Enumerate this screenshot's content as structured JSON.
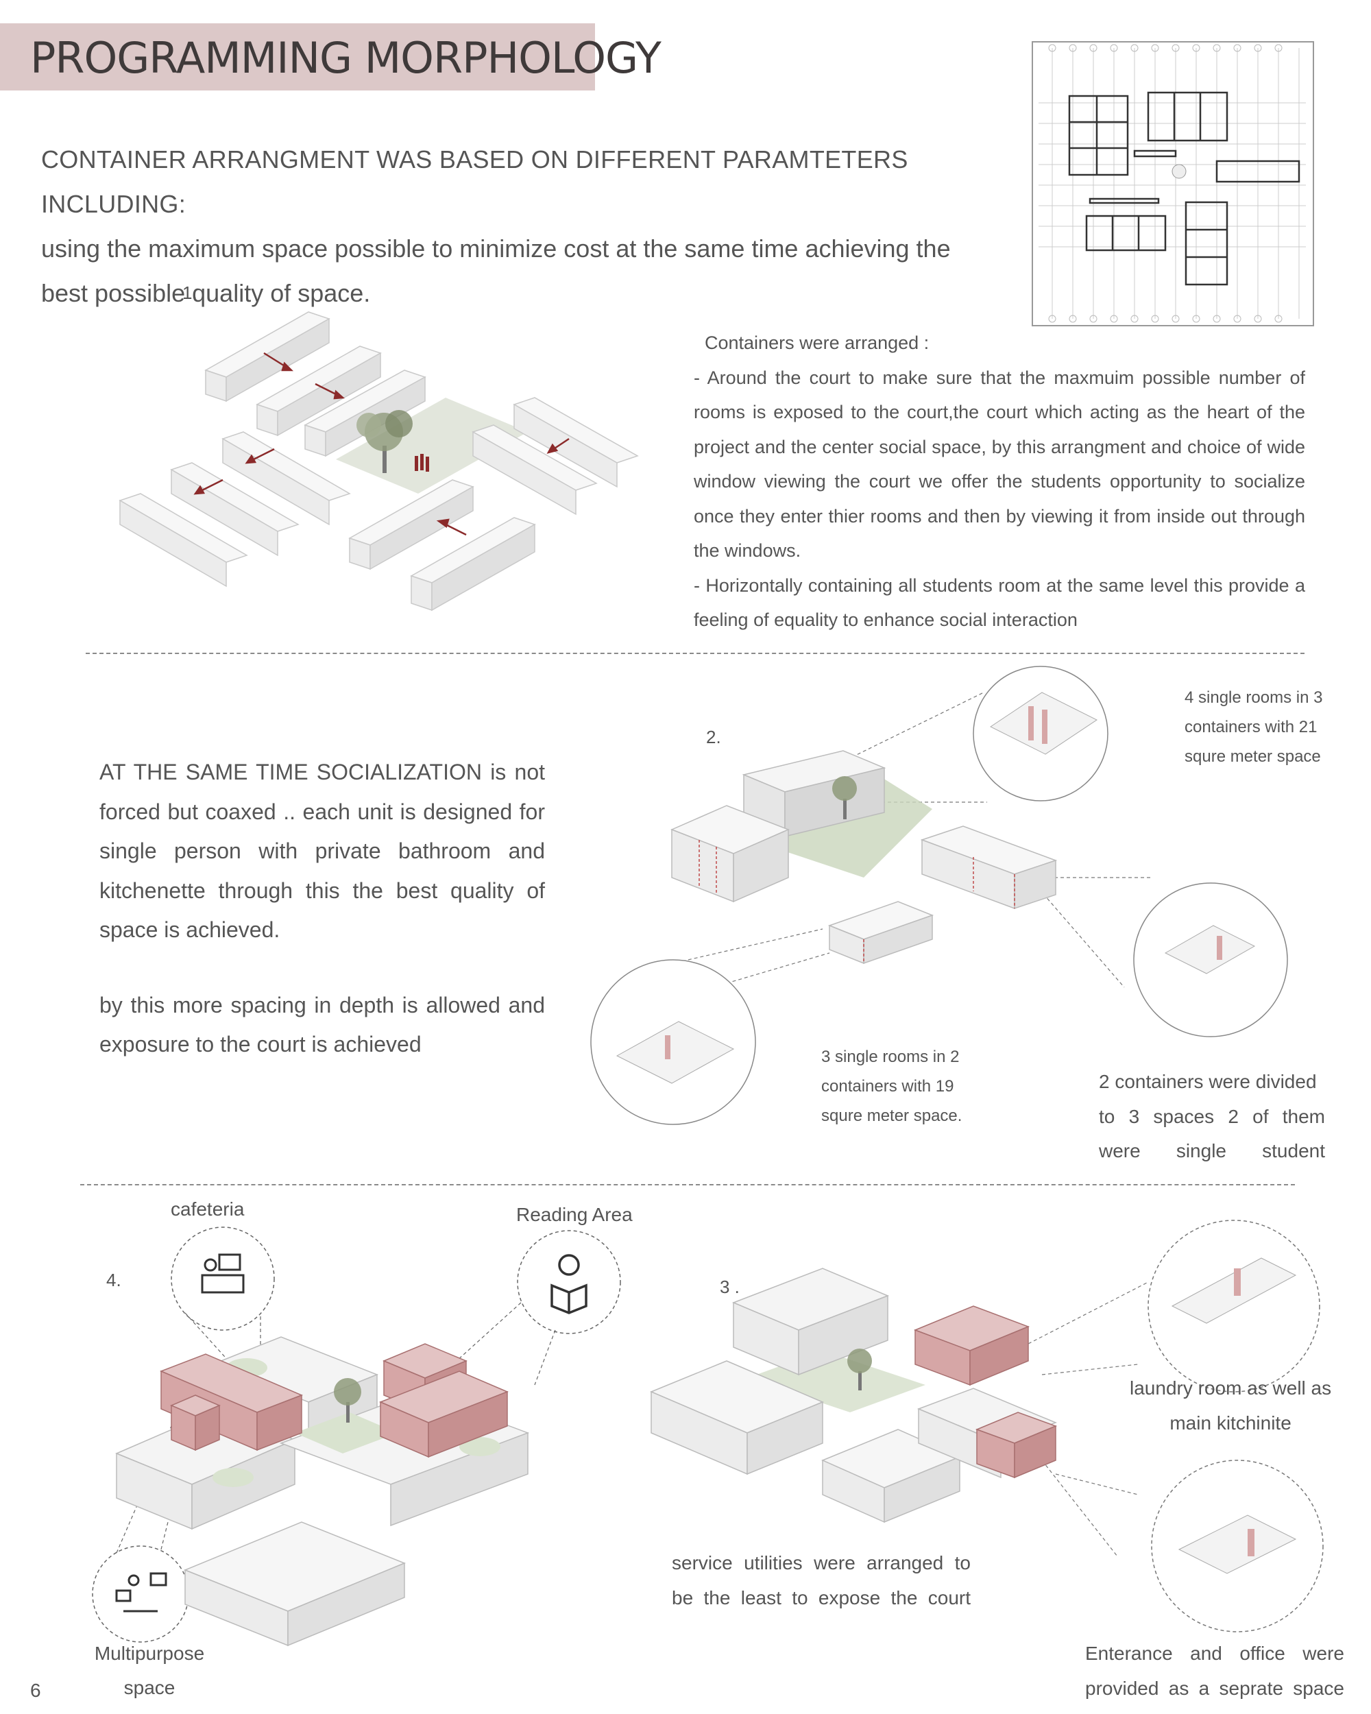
{
  "header": {
    "title": "PROGRAMMING MORPHOLOGY"
  },
  "intro": {
    "line1": "CONTAINER ARRANGMENT WAS BASED ON DIFFERENT PARAMTETERS INCLUDING:",
    "line2": "using the maximum space possible to minimize cost at the same time achieving the",
    "line3": "best possible quality of space."
  },
  "section1": {
    "number": "1.",
    "heading": "Containers were arranged :",
    "para1": "- Around the court to make sure that the  maxmuim possible number of rooms is exposed to the court,the court which acting as the heart of the project and the center social space, by this arrangment and choice of wide window viewing the court we offer the students opportunity to socialize once they enter thier rooms and then by viewing it from inside out through the windows.",
    "para2": "- Horizontally containing all students room at the same level this provide a feeling of equality to enhance social interaction"
  },
  "section2": {
    "number": "2.",
    "text1": "AT THE SAME TIME SOCIALIZATION is not forced but coaxed .. each unit is designed for single person with private bathroom and kitchenette through this the best quality of space is achieved.",
    "text2": "by this more spacing in depth is allowed and exposure to the court is achieved",
    "callout_top": [
      "4 single rooms in 3",
      "containers with 21",
      "squre meter space"
    ],
    "callout_left": [
      "3 single rooms in 2",
      "containers with 19",
      "squre meter space."
    ],
    "callout_right": [
      "2 containers were divided",
      "to  3  spaces  2  of  them",
      "were      single      student"
    ]
  },
  "section3": {
    "number": "3 .",
    "laundry": [
      "laundry room as well as",
      "main kitchinite"
    ],
    "service": [
      "service utilities were arranged to",
      "be  the  least  to  expose  the  court"
    ],
    "entrance": [
      "Enterance   and   office   were",
      "provided  as  a  seprate  space"
    ]
  },
  "section4": {
    "number": "4.",
    "cafeteria": "cafeteria",
    "reading": "Reading Area",
    "multipurpose": [
      "Multipurpose",
      "space"
    ]
  },
  "page_number": "6",
  "colors": {
    "accent_band": "#dcc8c8",
    "container_pink": "#d6a6a6",
    "court_green": "#d9e3cf",
    "arrow_red": "#8b2a2a"
  },
  "icons": [
    "cafeteria-icon",
    "reading-icon",
    "multipurpose-icon",
    "tree-icon"
  ]
}
